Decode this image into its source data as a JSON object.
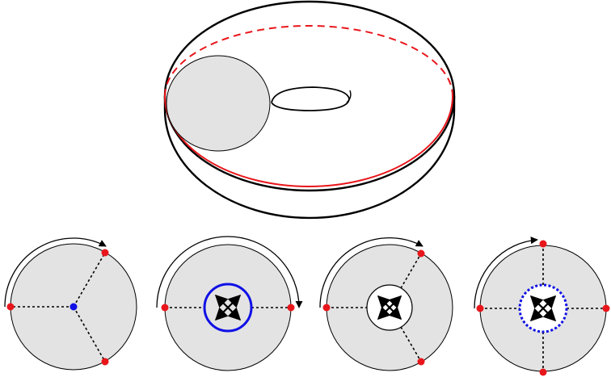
{
  "colors": {
    "background": "#ffffff",
    "outline": "#000000",
    "disk_fill": "#e3e3e3",
    "meridian": "#e8161b",
    "marked_point": "#e8161b",
    "center_point": "#1010e6",
    "boundary_circle": "#1010e6",
    "hole_fill": "#ffffff"
  },
  "torus": {
    "cross_section": "filled-disk",
    "meridian_style_front": "solid",
    "meridian_style_back": "dashed"
  },
  "disks": [
    {
      "id": "disk-1",
      "center": "point",
      "arms": 3,
      "rotation_arrow": "clockwise-top"
    },
    {
      "id": "disk-2",
      "center": "boundary-circle-solid",
      "arms": 2,
      "rotation_arrow": "clockwise-top",
      "expansion_arrows": 4
    },
    {
      "id": "disk-3",
      "center": "hole-black-outline",
      "arms": 3,
      "rotation_arrow": "clockwise-top",
      "expansion_arrows": 4
    },
    {
      "id": "disk-4",
      "center": "boundary-circle-dotted",
      "arms": 4,
      "rotation_arrow": "clockwise-top",
      "expansion_arrows": 4
    }
  ]
}
